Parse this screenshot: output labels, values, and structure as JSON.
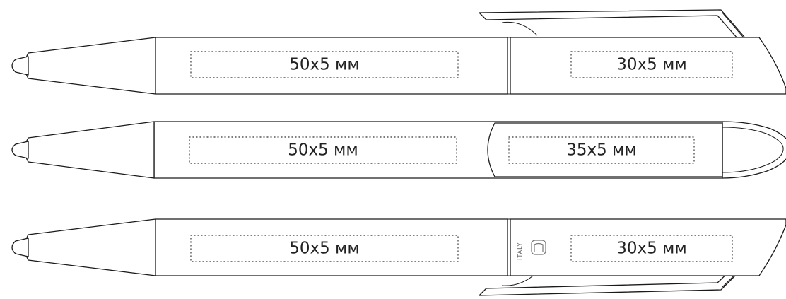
{
  "pens": [
    {
      "label_barrel": "50x5 мм",
      "label_top": "30x5 мм"
    },
    {
      "label_barrel": "50x5 мм",
      "label_top": "35x5 мм"
    },
    {
      "label_barrel": "50x5 мм",
      "label_top": "30x5 мм",
      "brand_text": "ITALY"
    }
  ],
  "icons": {
    "logo": "rounded-square-logo-icon"
  }
}
